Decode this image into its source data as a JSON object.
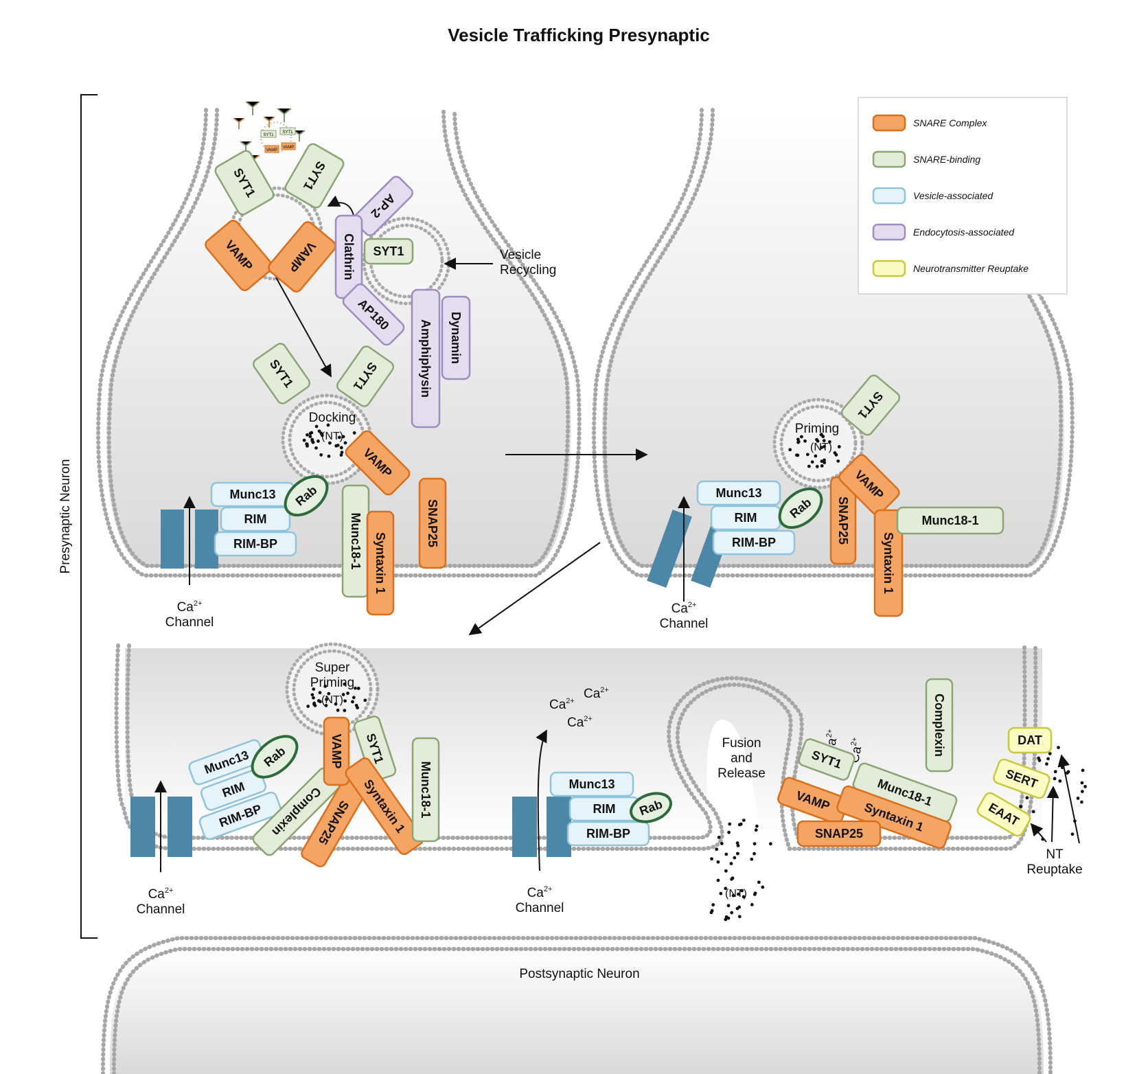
{
  "title": "Vesicle Trafficking Presynaptic",
  "side_label": "Presynaptic Neuron",
  "postsynaptic_label": "Postsynaptic Neuron",
  "legend": [
    {
      "label": "SNARE Complex",
      "color": "orange"
    },
    {
      "label": "SNARE-binding",
      "color": "green"
    },
    {
      "label": "Vesicle-associated",
      "color": "blue"
    },
    {
      "label": "Endocytosis-associated",
      "color": "purple"
    },
    {
      "label": "Neurotransmitter Reuptake",
      "color": "yellow"
    }
  ],
  "colors": {
    "orange": {
      "fill": "#f5a563",
      "stroke": "#d96e1c"
    },
    "green": {
      "fill": "#e3ecd8",
      "stroke": "#8aa573"
    },
    "blue": {
      "fill": "#e6f4fa",
      "stroke": "#8fc4dc"
    },
    "purple": {
      "fill": "#e4dcef",
      "stroke": "#9e8cc1"
    },
    "yellow": {
      "fill": "#fbfbc4",
      "stroke": "#c8c83c"
    },
    "rab": {
      "fill": "#e6f0e1",
      "stroke": "#2e6b3a"
    },
    "channel": "#4d87a8"
  },
  "labels": {
    "vesicle_recycling": [
      "Vesicle",
      "Recycling"
    ],
    "docking": "Docking",
    "priming": "Priming",
    "super_priming": [
      "Super",
      "Priming"
    ],
    "fusion": [
      "Fusion",
      "and",
      "Release"
    ],
    "nt": "(NT)",
    "ca_channel": [
      "Ca",
      "2+",
      "Channel"
    ],
    "ca_ion": "Ca",
    "ca_sup": "2+",
    "nt_reuptake": [
      "NT",
      "Reuptake"
    ]
  },
  "mini_labels": [
    "SYT1",
    "SYT1",
    "VAMP",
    "VAMP"
  ],
  "proteins": {
    "p1_syt1_a": "SYT1",
    "p1_syt1_b": "SYT1",
    "p1_vamp_a": "VAMP",
    "p1_vamp_b": "VAMP",
    "p1_ap2": "AP-2",
    "p1_clathrin": "Clathrin",
    "p1_syt1_c": "SYT1",
    "p1_ap180": "AP180",
    "p1_amphiphysin": "Amphiphysin",
    "p1_dynamin": "Dynamin",
    "p1_syt1_d": "SYT1",
    "p1_syt1_e": "SYT1",
    "p1_vamp_c": "VAMP",
    "p1_munc13": "Munc13",
    "p1_rim": "RIM",
    "p1_rimbp": "RIM-BP",
    "p1_rab": "Rab",
    "p1_munc18": "Munc18-1",
    "p1_syntaxin": "Syntaxin 1",
    "p1_snap25": "SNAP25",
    "p2_syt1": "SYT1",
    "p2_munc13": "Munc13",
    "p2_rim": "RIM",
    "p2_rimbp": "RIM-BP",
    "p2_rab": "Rab",
    "p2_snap25": "SNAP25",
    "p2_vamp": "VAMP",
    "p2_syntaxin": "Syntaxin 1",
    "p2_munc18": "Munc18-1",
    "p3_munc13": "Munc13",
    "p3_rim": "RIM",
    "p3_rimbp": "RIM-BP",
    "p3_rab": "Rab",
    "p3_complexin": "Complexin",
    "p3_snap25": "SNAP25",
    "p3_vamp": "VAMP",
    "p3_syt1": "SYT1",
    "p3_syntaxin": "Syntaxin 1",
    "p3_munc18": "Munc18-1",
    "p4_munc13": "Munc13",
    "p4_rim": "RIM",
    "p4_rimbp": "RIM-BP",
    "p4_rab": "Rab",
    "p4_complexin": "Complexin",
    "p4_syt1": "SYT1",
    "p4_munc18": "Munc18-1",
    "p4_vamp": "VAMP",
    "p4_syntaxin": "Syntaxin 1",
    "p4_snap25": "SNAP25",
    "p4_dat": "DAT",
    "p4_sert": "SERT",
    "p4_eaat": "EAAT"
  }
}
